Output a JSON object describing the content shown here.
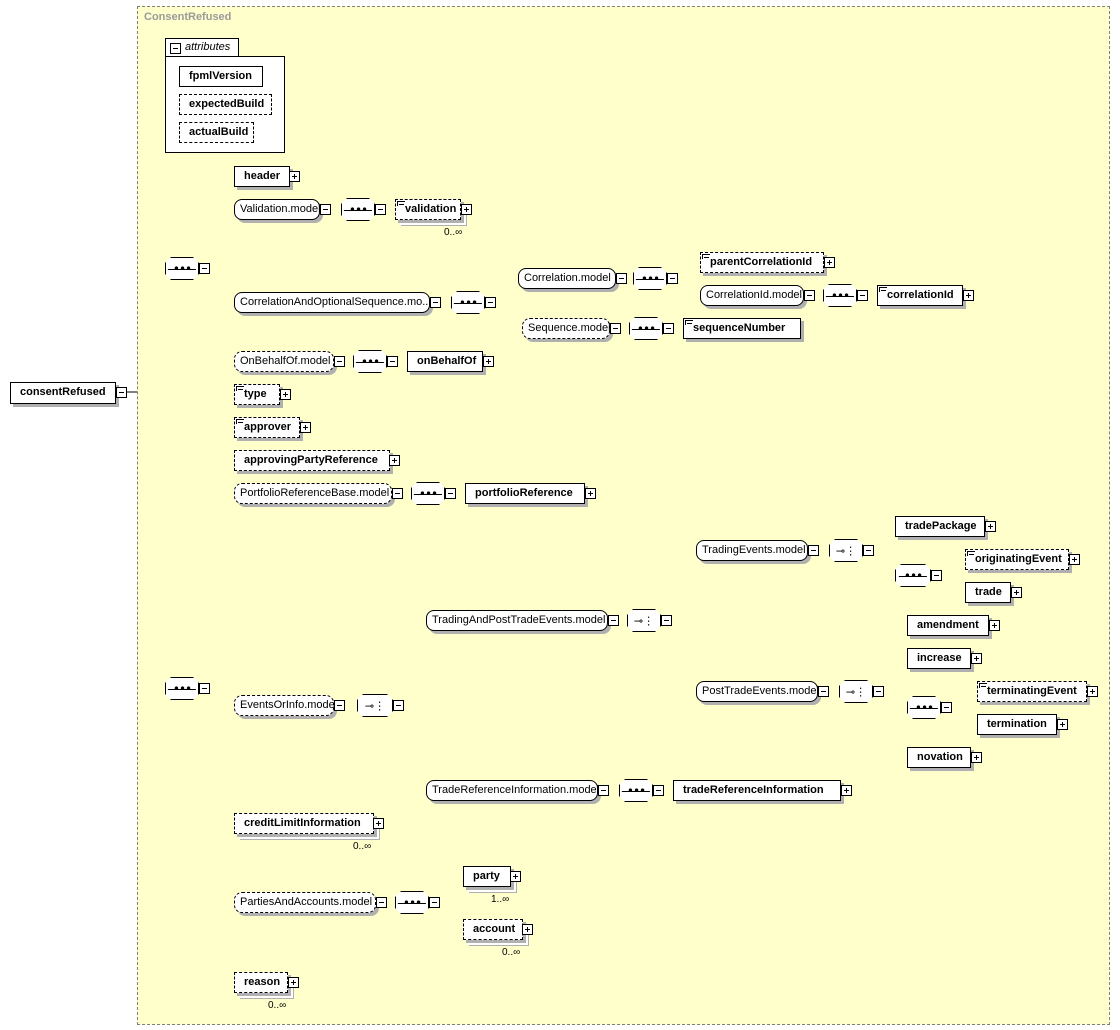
{
  "type_name": "ConsentRefused",
  "root_element": "consentRefused",
  "attributes": {
    "label": "attributes",
    "items": [
      "fpmlVersion",
      "expectedBuild",
      "actualBuild"
    ]
  },
  "nodes": {
    "header": "header",
    "validation_model": "Validation.model",
    "validation": "validation",
    "correlation_optional_seq": "CorrelationAndOptionalSequence.mo...",
    "correlation_model": "Correlation.model",
    "parent_correlation_id": "parentCorrelationId",
    "correlation_id_model": "CorrelationId.model",
    "correlation_id": "correlationId",
    "sequence_model": "Sequence.model",
    "sequence_number": "sequenceNumber",
    "on_behalf_of_model": "OnBehalfOf.model",
    "on_behalf_of": "onBehalfOf",
    "type": "type",
    "approver": "approver",
    "approving_party_reference": "approvingPartyReference",
    "portfolio_reference_base_model": "PortfolioReferenceBase.model",
    "portfolio_reference": "portfolioReference",
    "events_or_info_model": "EventsOrInfo.model",
    "trading_and_post_trade_events_model": "TradingAndPostTradeEvents.model",
    "trading_events_model": "TradingEvents.model",
    "trade_package": "tradePackage",
    "originating_event": "originatingEvent",
    "trade": "trade",
    "post_trade_events_model": "PostTradeEvents.model",
    "amendment": "amendment",
    "increase": "increase",
    "terminating_event": "terminatingEvent",
    "termination": "termination",
    "novation": "novation",
    "trade_reference_information_model": "TradeReferenceInformation.model",
    "trade_reference_information": "tradeReferenceInformation",
    "credit_limit_information": "creditLimitInformation",
    "parties_and_accounts_model": "PartiesAndAccounts.model",
    "party": "party",
    "account": "account",
    "reason": "reason"
  },
  "cardinalities": {
    "validation": "0..∞",
    "credit_limit_information": "0..∞",
    "party": "1..∞",
    "account": "0..∞",
    "reason": "0..∞"
  },
  "compositors": {
    "sequence_symbol": "•••",
    "choice_symbol": "⊸⋮"
  }
}
